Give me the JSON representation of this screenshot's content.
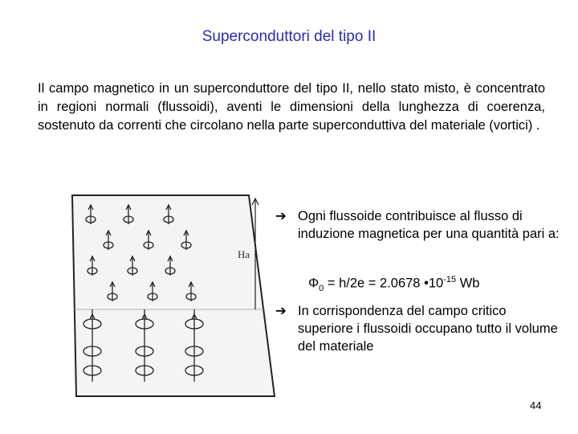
{
  "title": "Superconduttori del tipo II",
  "intro": "Il campo magnetico in un superconduttore del tipo II, nello stato misto, è concentrato in regioni normali (flussoidi), aventi le dimensioni della lunghezza di coerenza, sostenuto da correnti che circolano nella parte superconduttiva del materiale (vortici) .",
  "figure": {
    "field_label": "Ha"
  },
  "bullets": [
    {
      "text": "Ogni flussoide contribuisce al flusso di induzione magnetica per una quantità pari a:"
    },
    {
      "text": "In corrispondenza del campo critico superiore i flussoidi occupano tutto il volume del materiale"
    }
  ],
  "formula": {
    "symbol": "Φ",
    "subscript": "0",
    "middle": " = h/2e = 2.0678 •10",
    "exponent": "-15",
    "unit": " Wb"
  },
  "page_number": "44"
}
